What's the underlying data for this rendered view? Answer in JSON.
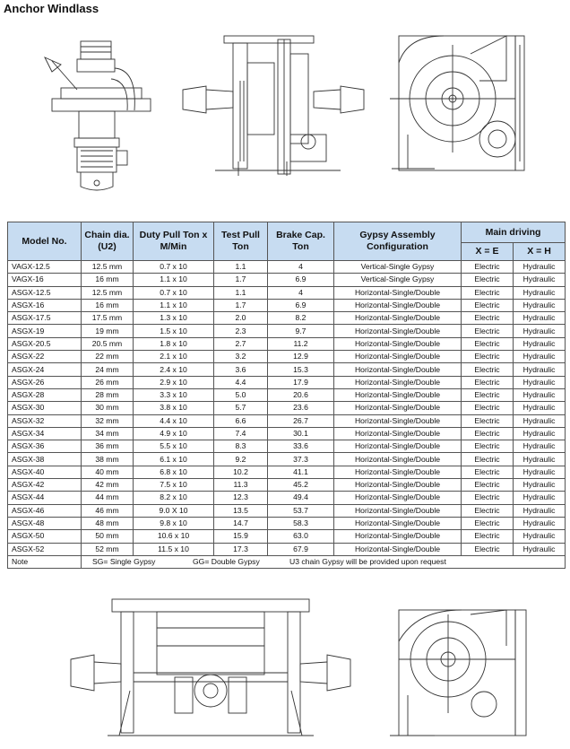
{
  "title": "Anchor Windlass",
  "table": {
    "headers": {
      "model": "Model No.",
      "chain_dia": "Chain dia.(U2)",
      "duty_pull": "Duty Pull Ton x M/Min",
      "test_pull": "Test Pull Ton",
      "brake_cap": "Brake Cap. Ton",
      "gypsy": "Gypsy Assembly Configuration",
      "main_driving": "Main driving",
      "x_e": "X = E",
      "x_h": "X = H"
    },
    "rows": [
      [
        "VAGX-12.5",
        "12.5 mm",
        "0.7 x 10",
        "1.1",
        "4",
        "Vertical-Single Gypsy",
        "Electric",
        "Hydraulic"
      ],
      [
        "VAGX-16",
        "16 mm",
        "1.1 x 10",
        "1.7",
        "6.9",
        "Vertical-Single Gypsy",
        "Electric",
        "Hydraulic"
      ],
      [
        "ASGX-12.5",
        "12.5 mm",
        "0.7 x 10",
        "1.1",
        "4",
        "Horizontal-Single/Double",
        "Electric",
        "Hydraulic"
      ],
      [
        "ASGX-16",
        "16 mm",
        "1.1 x 10",
        "1.7",
        "6.9",
        "Horizontal-Single/Double",
        "Electric",
        "Hydraulic"
      ],
      [
        "ASGX-17.5",
        "17.5 mm",
        "1.3 x 10",
        "2.0",
        "8.2",
        "Horizontal-Single/Double",
        "Electric",
        "Hydraulic"
      ],
      [
        "ASGX-19",
        "19 mm",
        "1.5 x 10",
        "2.3",
        "9.7",
        "Horizontal-Single/Double",
        "Electric",
        "Hydraulic"
      ],
      [
        "ASGX-20.5",
        "20.5 mm",
        "1.8 x 10",
        "2.7",
        "11.2",
        "Horizontal-Single/Double",
        "Electric",
        "Hydraulic"
      ],
      [
        "ASGX-22",
        "22 mm",
        "2.1 x 10",
        "3.2",
        "12.9",
        "Horizontal-Single/Double",
        "Electric",
        "Hydraulic"
      ],
      [
        "ASGX-24",
        "24 mm",
        "2.4 x 10",
        "3.6",
        "15.3",
        "Horizontal-Single/Double",
        "Electric",
        "Hydraulic"
      ],
      [
        "ASGX-26",
        "26 mm",
        "2.9 x 10",
        "4.4",
        "17.9",
        "Horizontal-Single/Double",
        "Electric",
        "Hydraulic"
      ],
      [
        "ASGX-28",
        "28 mm",
        "3.3 x 10",
        "5.0",
        "20.6",
        "Horizontal-Single/Double",
        "Electric",
        "Hydraulic"
      ],
      [
        "ASGX-30",
        "30 mm",
        "3.8 x 10",
        "5.7",
        "23.6",
        "Horizontal-Single/Double",
        "Electric",
        "Hydraulic"
      ],
      [
        "ASGX-32",
        "32 mm",
        "4.4 x 10",
        "6.6",
        "26.7",
        "Horizontal-Single/Double",
        "Electric",
        "Hydraulic"
      ],
      [
        "ASGX-34",
        "34 mm",
        "4.9 x 10",
        "7.4",
        "30.1",
        "Horizontal-Single/Double",
        "Electric",
        "Hydraulic"
      ],
      [
        "ASGX-36",
        "36 mm",
        "5.5 x 10",
        "8.3",
        "33.6",
        "Horizontal-Single/Double",
        "Electric",
        "Hydraulic"
      ],
      [
        "ASGX-38",
        "38 mm",
        "6.1 x 10",
        "9.2",
        "37.3",
        "Horizontal-Single/Double",
        "Electric",
        "Hydraulic"
      ],
      [
        "ASGX-40",
        "40 mm",
        "6.8 x 10",
        "10.2",
        "41.1",
        "Horizontal-Single/Double",
        "Electric",
        "Hydraulic"
      ],
      [
        "ASGX-42",
        "42 mm",
        "7.5 x 10",
        "11.3",
        "45.2",
        "Horizontal-Single/Double",
        "Electric",
        "Hydraulic"
      ],
      [
        "ASGX-44",
        "44 mm",
        "8.2 x 10",
        "12.3",
        "49.4",
        "Horizontal-Single/Double",
        "Electric",
        "Hydraulic"
      ],
      [
        "ASGX-46",
        "46 mm",
        "9.0 X 10",
        "13.5",
        "53.7",
        "Horizontal-Single/Double",
        "Electric",
        "Hydraulic"
      ],
      [
        "ASGX-48",
        "48 mm",
        "9.8 x 10",
        "14.7",
        "58.3",
        "Horizontal-Single/Double",
        "Electric",
        "Hydraulic"
      ],
      [
        "ASGX-50",
        "50 mm",
        "10.6 x 10",
        "15.9",
        "63.0",
        "Horizontal-Single/Double",
        "Electric",
        "Hydraulic"
      ],
      [
        "ASGX-52",
        "52 mm",
        "11.5 x 10",
        "17.3",
        "67.9",
        "Horizontal-Single/Double",
        "Electric",
        "Hydraulic"
      ]
    ],
    "note": {
      "label": "Note",
      "sg": "SG= Single Gypsy",
      "gg": "GG= Double Gypsy",
      "u3": "U3 chain Gypsy will be provided upon request"
    },
    "header_color": "#c7dcf1"
  }
}
